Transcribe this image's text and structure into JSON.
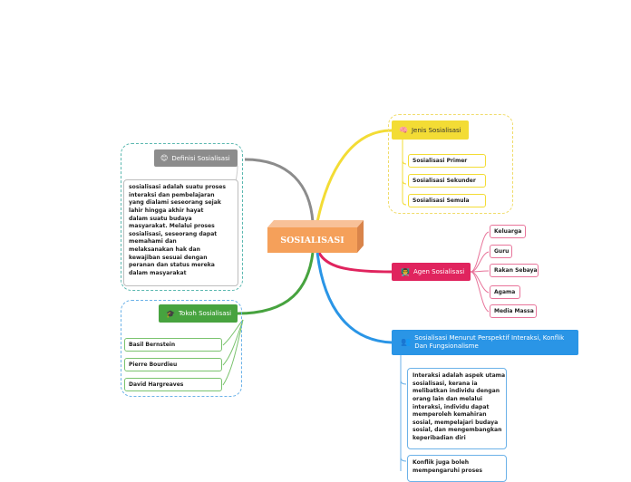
{
  "central": {
    "label": "SOSIALISASI"
  },
  "colors": {
    "central": "#f5a05a",
    "definisi": "#8c8c8c",
    "jenis": "#f3dc35",
    "agen": "#e0245e",
    "tokoh": "#47a33f",
    "perspektif": "#2a95e6",
    "dash_teal": "#5bb8b0",
    "dash_yellow": "#f0dc6a",
    "dash_blue": "#6cb2e8"
  },
  "definisi": {
    "icon": "smiling-face-icon",
    "label": "Definisi Sosialisasi",
    "text_lines": [
      "sosialisasi adalah suatu proses",
      "interaksi dan pembelajaran",
      "yang dialami seseorang sejak",
      "lahir hingga akhir hayat",
      "dalam suatu budaya",
      "masyarakat. Melalui proses",
      "sosialisasi, seseorang dapat",
      "memahami dan",
      "melaksanakan hak dan",
      "kewajiban sesuai dengan",
      "peranan dan status mereka",
      "dalam masyarakat"
    ]
  },
  "jenis": {
    "icon": "brain-icon",
    "label": "Jenis Sosialisasi",
    "items": [
      "Sosialisasi Primer",
      "Sosialisasi Sekunder",
      "Sosialisasi Semula"
    ]
  },
  "agen": {
    "icon": "person-icon",
    "label": "Agen Sosialisasi",
    "items": [
      "Keluarga",
      "Guru",
      "Rakan Sebaya",
      "Agama",
      "Media Massa"
    ]
  },
  "tokoh": {
    "icon": "graduation-cap-icon",
    "label": "Tokoh Sosialisasi",
    "items": [
      "Basil Bernstein",
      "Pierre Bourdieu",
      "David Hargreaves"
    ]
  },
  "perspektif": {
    "icon": "people-icon",
    "label_lines": [
      "Sosialisasi Menurut Perspektif  Interaksi, Konflik",
      "Dan Fungsionalisme"
    ],
    "interaksi_lines": [
      "Interaksi adalah aspek utama",
      "sosialisasi, kerana ia",
      "melibatkan individu dengan",
      "orang lain dan melalui",
      "interaksi, individu dapat",
      "memperoleh kemahiran",
      "sosial, mempelajari budaya",
      "sosial, dan mengembangkan",
      "keperibadian diri"
    ],
    "konflik_lines": [
      "Konflik juga boleh",
      "mempengaruhi proses"
    ]
  }
}
